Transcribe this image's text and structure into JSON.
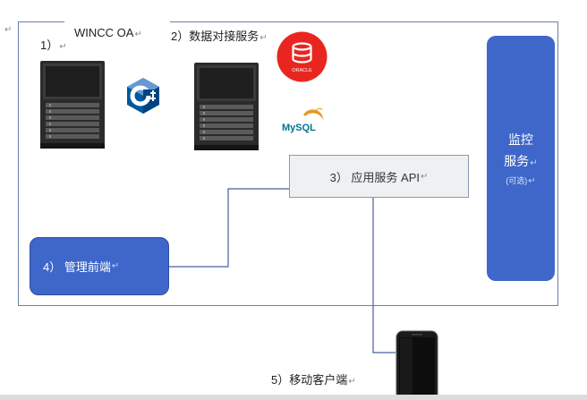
{
  "nodes": {
    "step1_label": "1）",
    "wincc_label": "WINCC OA",
    "step2_label": "2）数据对接服务",
    "api_label": "3）  应用服务 API",
    "admin_label": "4）  管理前端",
    "monitor_line1": "监控",
    "monitor_line2": "服务",
    "monitor_sub": "(可选)",
    "mobile_label": "5）移动客户端",
    "para_mark": "↵"
  },
  "logos": {
    "oracle": "ORACLE",
    "mysql": "MySQL",
    "cpp": "C++"
  },
  "colors": {
    "accent_blue": "#3f66c9",
    "oracle_red": "#e8261f",
    "frame_line": "#6b7fa8",
    "connector_line": "#4a5fa0"
  },
  "icons": [
    "server-icon",
    "oracle-database-icon",
    "mysql-logo-icon",
    "cpp-logo-icon",
    "mobile-phone-icon"
  ]
}
